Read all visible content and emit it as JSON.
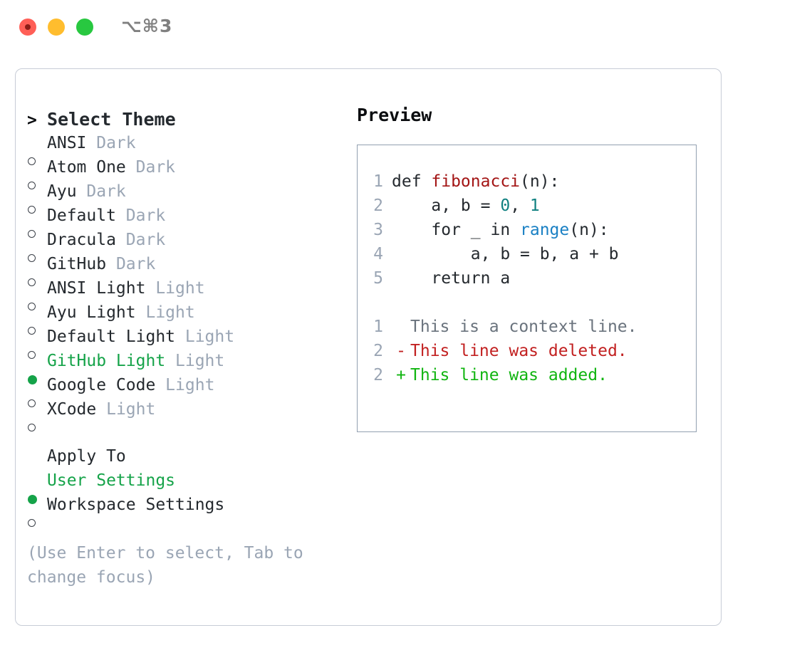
{
  "titlebar": {
    "shortcut": "⌥⌘3",
    "buttons": {
      "close": "close",
      "minimize": "minimize",
      "maximize": "maximize"
    }
  },
  "theme_list": {
    "header_marker": ">",
    "header_label": "Select Theme",
    "items": [
      {
        "marker": "○",
        "selected": false,
        "label": "ANSI",
        "suffix": "Dark"
      },
      {
        "marker": "○",
        "selected": false,
        "label": "Atom One",
        "suffix": "Dark"
      },
      {
        "marker": "○",
        "selected": false,
        "label": "Ayu",
        "suffix": "Dark"
      },
      {
        "marker": "○",
        "selected": false,
        "label": "Default",
        "suffix": "Dark"
      },
      {
        "marker": "○",
        "selected": false,
        "label": "Dracula",
        "suffix": "Dark"
      },
      {
        "marker": "○",
        "selected": false,
        "label": "GitHub",
        "suffix": "Dark"
      },
      {
        "marker": "○",
        "selected": false,
        "label": "ANSI Light",
        "suffix": "Light"
      },
      {
        "marker": "○",
        "selected": false,
        "label": "Ayu Light",
        "suffix": "Light"
      },
      {
        "marker": "○",
        "selected": false,
        "label": "Default Light",
        "suffix": "Light"
      },
      {
        "marker": "●",
        "selected": true,
        "label": "GitHub Light",
        "suffix": "Light"
      },
      {
        "marker": "○",
        "selected": false,
        "label": "Google Code",
        "suffix": "Light"
      },
      {
        "marker": "○",
        "selected": false,
        "label": "XCode",
        "suffix": "Light"
      }
    ]
  },
  "apply_to": {
    "title": "Apply To",
    "options": [
      {
        "marker": "●",
        "selected": true,
        "label": "User Settings"
      },
      {
        "marker": "○",
        "selected": false,
        "label": "Workspace Settings"
      }
    ]
  },
  "hint": "(Use Enter to select, Tab to change focus)",
  "preview": {
    "title": "Preview",
    "code_lines": [
      {
        "lineno": "1",
        "tokens": [
          {
            "text": "def ",
            "type": "kw"
          },
          {
            "text": "fibonacci",
            "type": "fn"
          },
          {
            "text": "(n):",
            "type": "plain"
          }
        ]
      },
      {
        "lineno": "2",
        "tokens": [
          {
            "text": "    a, b = ",
            "type": "plain"
          },
          {
            "text": "0",
            "type": "num"
          },
          {
            "text": ", ",
            "type": "plain"
          },
          {
            "text": "1",
            "type": "num"
          }
        ]
      },
      {
        "lineno": "3",
        "tokens": [
          {
            "text": "    for _ in ",
            "type": "plain"
          },
          {
            "text": "range",
            "type": "call"
          },
          {
            "text": "(n):",
            "type": "plain"
          }
        ]
      },
      {
        "lineno": "4",
        "tokens": [
          {
            "text": "        a, b = b, a + b",
            "type": "plain"
          }
        ]
      },
      {
        "lineno": "5",
        "tokens": [
          {
            "text": "    return a",
            "type": "plain"
          }
        ]
      }
    ],
    "diff_lines": [
      {
        "lineno": "1",
        "mark": " ",
        "text": "This is a context line.",
        "kind": "context"
      },
      {
        "lineno": "2",
        "mark": "-",
        "text": "This line was deleted.",
        "kind": "del"
      },
      {
        "lineno": "2",
        "mark": "+",
        "text": "This line was added.",
        "kind": "add"
      }
    ]
  },
  "colors": {
    "accent_green": "#15a349",
    "muted": "#9aa5b4",
    "text": "#24292e",
    "panel_border": "#c7ccd6",
    "code_border": "#92a0b0",
    "diff_add": "#11b511",
    "diff_del": "#c22121",
    "syntax_fn": "#a31515",
    "syntax_num": "#0f8080",
    "syntax_call": "#1a80c4",
    "traffic_close": "#ff5f57",
    "traffic_min": "#ffbd2e",
    "traffic_max": "#28c840"
  }
}
